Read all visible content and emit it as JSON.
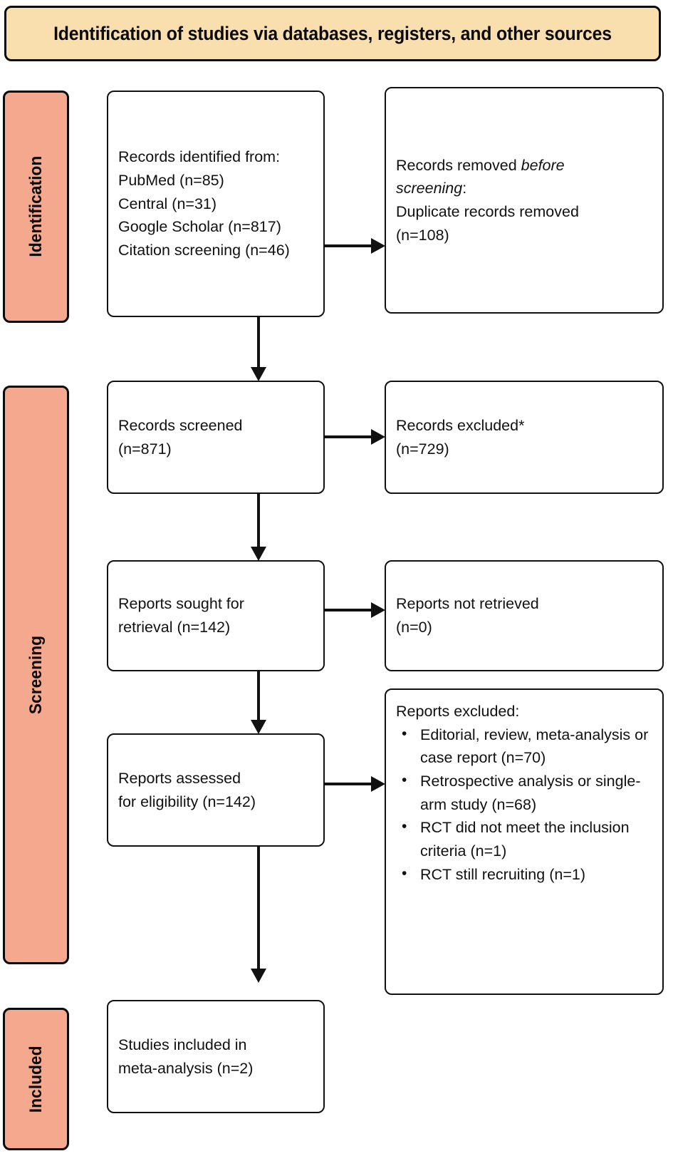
{
  "header": {
    "title": "Identification of studies via databases, registers,  and other sources"
  },
  "colors": {
    "header_fill": "#FADFAE",
    "stage_fill": "#F4A98F",
    "box_fill": "#FFFFFF",
    "stroke": "#111111"
  },
  "stages": [
    {
      "id": "identification",
      "label": "Identification"
    },
    {
      "id": "screening",
      "label": "Screening"
    },
    {
      "id": "included",
      "label": "Included"
    }
  ],
  "boxes": {
    "records_identified": {
      "lines": [
        "Records identified from:",
        "PubMed (n=85)",
        "Central (n=31)",
        "Google Scholar (n=817)",
        "Citation screening (n=46)"
      ]
    },
    "records_removed": {
      "line1_prefix": "Records removed ",
      "line1_italic": "before",
      "line2_italic": "screening",
      "line2_suffix": ":",
      "line3": "Duplicate records removed",
      "line4": "(n=108)"
    },
    "records_screened": {
      "lines": [
        "Records screened",
        "(n=871)"
      ]
    },
    "records_excluded": {
      "lines": [
        "Records excluded*",
        "(n=729)"
      ]
    },
    "reports_sought": {
      "lines": [
        "Reports sought for",
        "retrieval (n=142)"
      ]
    },
    "reports_not_retrieved": {
      "lines": [
        "Reports not retrieved",
        "(n=0)"
      ]
    },
    "reports_assessed": {
      "lines": [
        "Reports assessed",
        "for eligibility (n=142)"
      ]
    },
    "reports_excluded": {
      "heading": "Reports excluded:",
      "bullets": [
        "Editorial, review, meta-analysis or case report (n=70)",
        "Retrospective analysis or single-arm study (n=68)",
        "RCT did not meet the inclusion criteria (n=1)",
        "RCT still recruiting (n=1)"
      ]
    },
    "studies_included": {
      "lines": [
        "Studies included in",
        "meta-analysis (n=2)"
      ]
    }
  },
  "chart_data": {
    "type": "diagram",
    "title": "Identification of studies via databases, registers,  and other sources",
    "nodes": [
      {
        "id": "records_identified",
        "stage": "Identification",
        "column": "left",
        "text": "Records identified from: PubMed (n=85), Central (n=31), Google Scholar (n=817), Citation screening (n=46)",
        "counts": {
          "PubMed": 85,
          "Central": 31,
          "Google Scholar": 817,
          "Citation screening": 46
        }
      },
      {
        "id": "records_removed",
        "stage": "Identification",
        "column": "right",
        "text": "Records removed before screening: Duplicate records removed (n=108)",
        "counts": {
          "Duplicate records removed": 108
        }
      },
      {
        "id": "records_screened",
        "stage": "Screening",
        "column": "left",
        "text": "Records screened (n=871)",
        "counts": {
          "n": 871
        }
      },
      {
        "id": "records_excluded",
        "stage": "Screening",
        "column": "right",
        "text": "Records excluded* (n=729)",
        "counts": {
          "n": 729
        }
      },
      {
        "id": "reports_sought",
        "stage": "Screening",
        "column": "left",
        "text": "Reports sought for retrieval (n=142)",
        "counts": {
          "n": 142
        }
      },
      {
        "id": "reports_not_retrieved",
        "stage": "Screening",
        "column": "right",
        "text": "Reports not retrieved (n=0)",
        "counts": {
          "n": 0
        }
      },
      {
        "id": "reports_assessed",
        "stage": "Screening",
        "column": "left",
        "text": "Reports assessed for eligibility (n=142)",
        "counts": {
          "n": 142
        }
      },
      {
        "id": "reports_excluded",
        "stage": "Screening",
        "column": "right",
        "text": "Reports excluded",
        "counts": {
          "Editorial, review, meta-analysis or case report": 70,
          "Retrospective analysis or single-arm study": 68,
          "RCT did not meet the inclusion criteria": 1,
          "RCT still recruiting": 1
        }
      },
      {
        "id": "studies_included",
        "stage": "Included",
        "column": "left",
        "text": "Studies included in meta-analysis (n=2)",
        "counts": {
          "n": 2
        }
      }
    ],
    "edges": [
      {
        "from": "records_identified",
        "to": "records_removed",
        "direction": "right"
      },
      {
        "from": "records_identified",
        "to": "records_screened",
        "direction": "down"
      },
      {
        "from": "records_screened",
        "to": "records_excluded",
        "direction": "right"
      },
      {
        "from": "records_screened",
        "to": "reports_sought",
        "direction": "down"
      },
      {
        "from": "reports_sought",
        "to": "reports_not_retrieved",
        "direction": "right"
      },
      {
        "from": "reports_sought",
        "to": "reports_assessed",
        "direction": "down"
      },
      {
        "from": "reports_assessed",
        "to": "reports_excluded",
        "direction": "right"
      },
      {
        "from": "reports_assessed",
        "to": "studies_included",
        "direction": "down"
      }
    ]
  }
}
